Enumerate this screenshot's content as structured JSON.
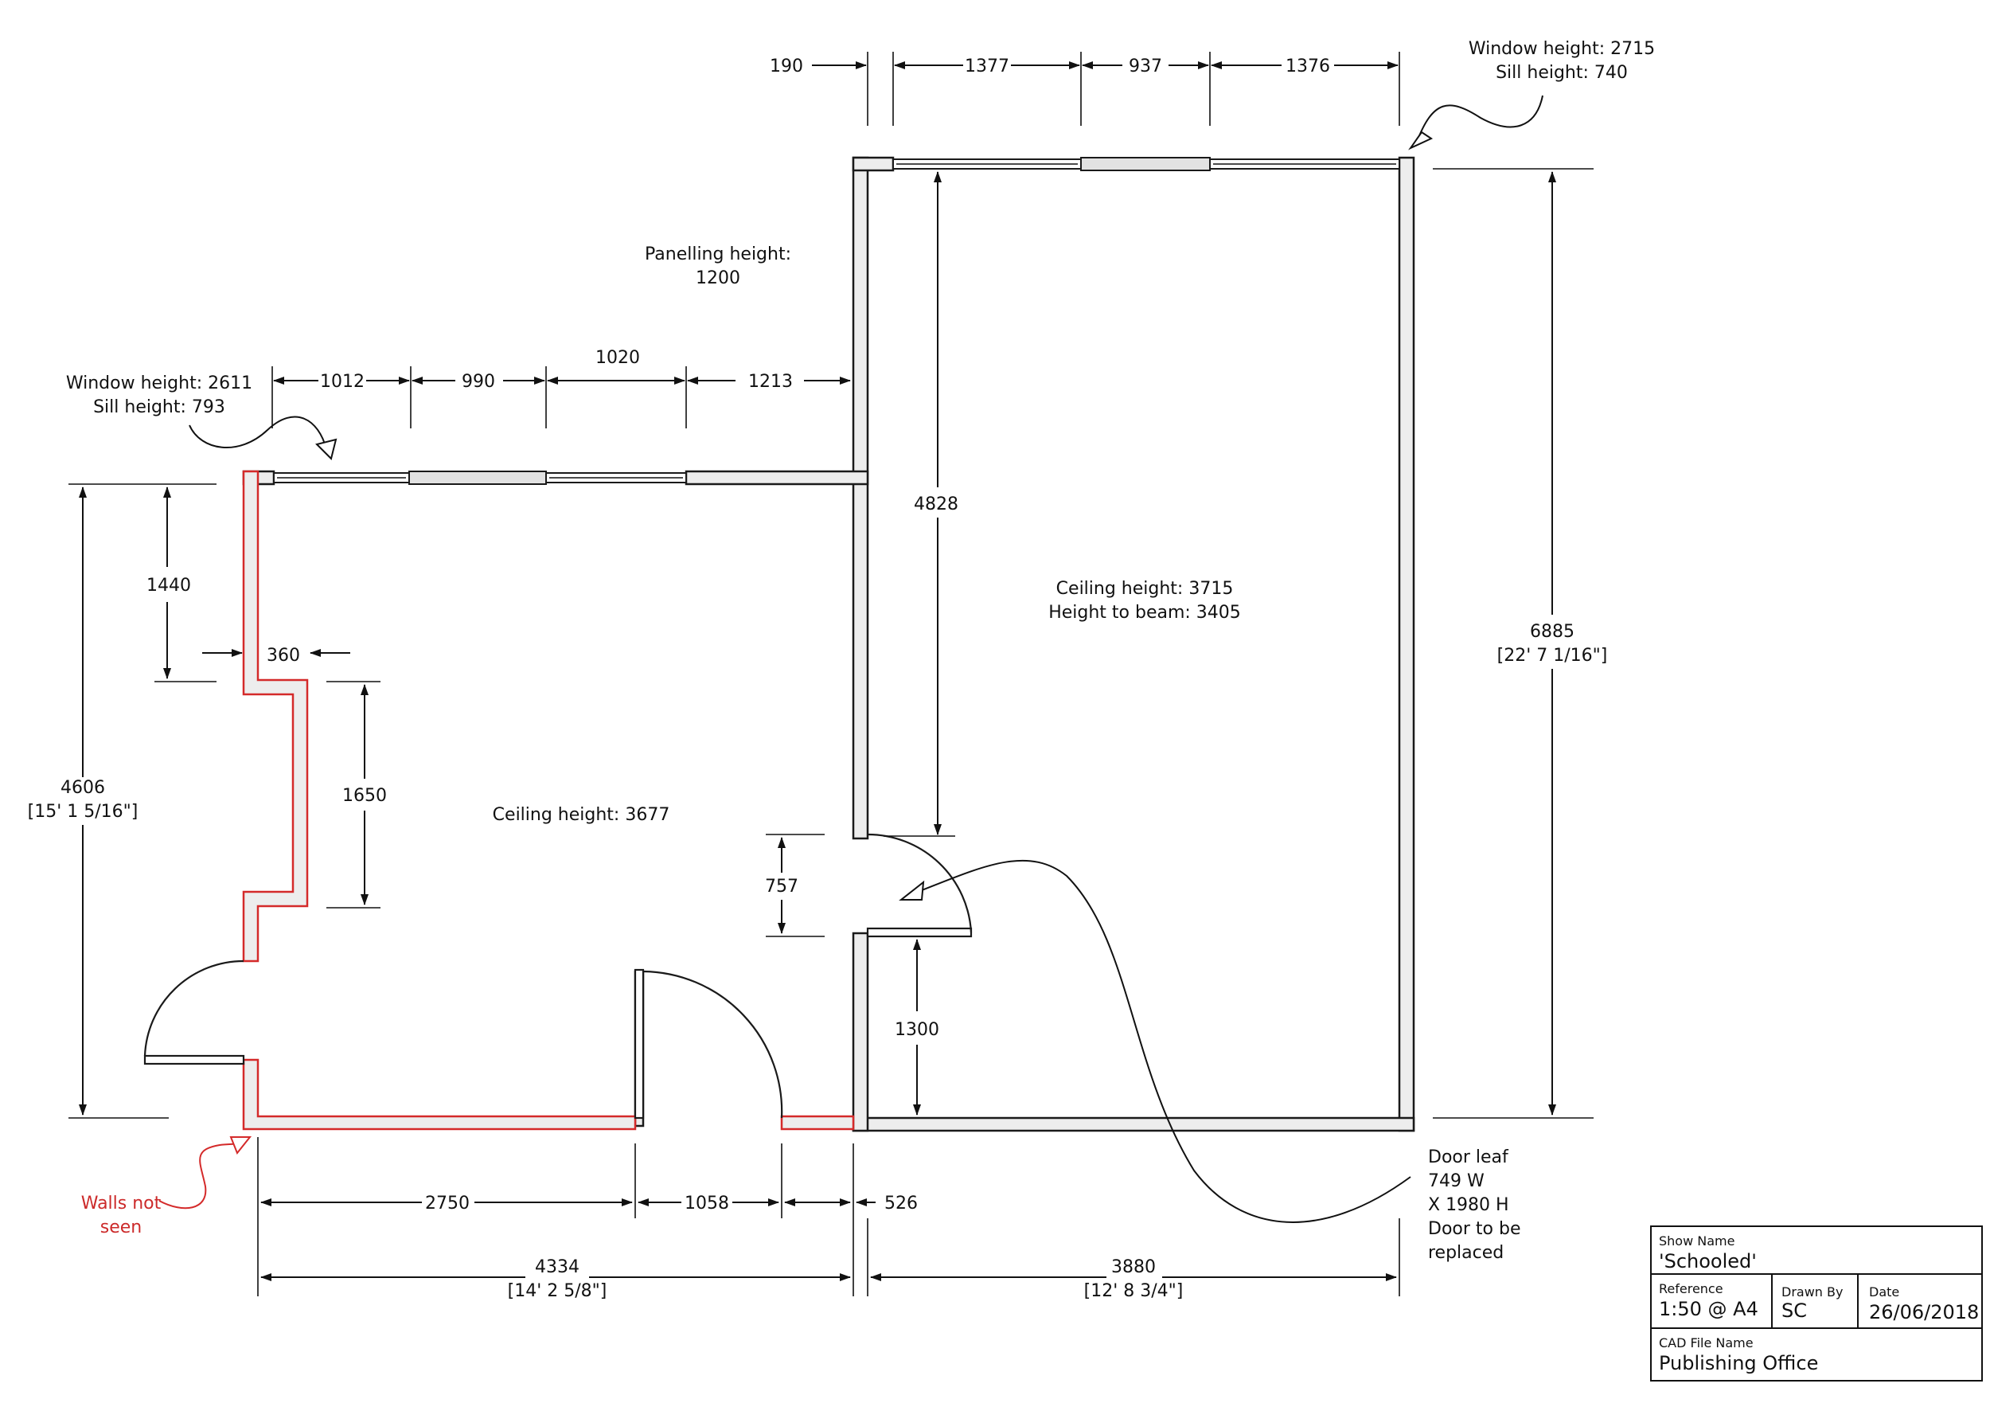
{
  "plan": {
    "room_labels": {
      "left_ceiling": "Ceiling height: 3677",
      "right_ceiling": "Ceiling height: 3715",
      "right_beam": "Height to beam: 3405",
      "panelling_1": "Panelling height:",
      "panelling_2": "1200"
    },
    "window_notes": {
      "top_right_height": "Window height: 2715",
      "top_right_sill": "Sill height: 740",
      "left_height": "Window height: 2611",
      "left_sill": "Sill height: 793"
    },
    "dimensions": {
      "top_190": "190",
      "top_1377": "1377",
      "top_937": "937",
      "top_1376": "1376",
      "mid_1012": "1012",
      "mid_990": "990",
      "mid_1020": "1020",
      "mid_1213": "1213",
      "v_4828": "4828",
      "v_6885": "6885",
      "v_6885_imp": "[22' 7 1/16\"]",
      "v_4606": "4606",
      "v_4606_imp": "[15' 1 5/16\"]",
      "v_1440": "1440",
      "h_360": "360",
      "v_1650": "1650",
      "v_757": "757",
      "v_1300": "1300",
      "b_2750": "2750",
      "b_1058": "1058",
      "b_526": "526",
      "b_4334": "4334",
      "b_4334_imp": "[14' 2 5/8\"]",
      "b_3880": "3880",
      "b_3880_imp": "[12' 8 3/4\"]"
    },
    "notes": {
      "walls_not_seen_1": "Walls not",
      "walls_not_seen_2": "seen",
      "door_1": "Door leaf",
      "door_2": "749 W",
      "door_3": "X 1980 H",
      "door_4": "Door to be",
      "door_5": "replaced"
    },
    "colors": {
      "wall_fill": "#ededed",
      "unseen_wall": "#d42a2a"
    }
  },
  "title_block": {
    "show_name_label": "Show Name",
    "show_name": "'Schooled'",
    "reference_label": "Reference",
    "reference": "1:50 @ A4",
    "drawn_by_label": "Drawn By",
    "drawn_by": "SC",
    "date_label": "Date",
    "date": "26/06/2018",
    "cad_label": "CAD File Name",
    "cad": "Publishing Office"
  }
}
